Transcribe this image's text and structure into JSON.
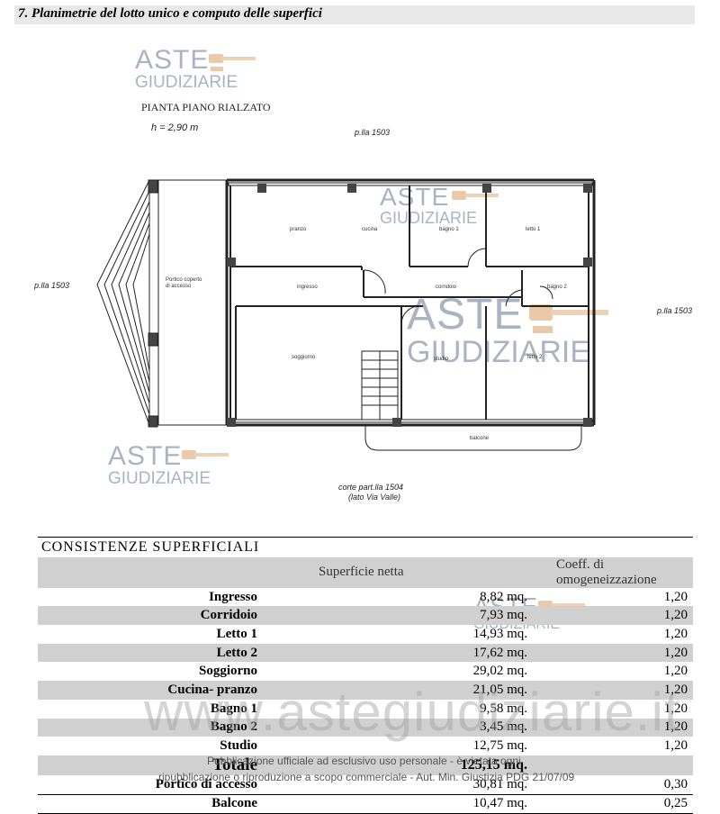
{
  "section": {
    "title": "7. Planimetrie del lotto unico e computo delle superfici"
  },
  "watermark": {
    "line1": "ASTE",
    "line2": "GIUDIZIARIE",
    "site": "www.astegiudiziarie.it"
  },
  "plan": {
    "title": "PIANTA PIANO RIALZATO",
    "height": "h = 2,90 m",
    "neighbors": {
      "top": "p.lla 1503",
      "left": "p.lla 1503",
      "right": "p.lla 1503"
    },
    "court": {
      "line1": "corte part.lla 1504",
      "line2": "(lato Via Valle)"
    },
    "rooms": {
      "portico": "Portico coperto\ndi accesso",
      "pranzo": "pranzo",
      "cucina": "cucina",
      "bagno1": "bagno 1",
      "letto1": "letto 1",
      "ingresso": "ingresso",
      "corridoio": "corridoio",
      "bagno2": "bagno 2",
      "soggiorno": "soggiorno",
      "studio": "studio",
      "letto2": "letto 2",
      "balcone": "balcone"
    }
  },
  "table": {
    "title": "CONSISTENZE  SUPERFICIALI",
    "col_area": "Superficie netta",
    "col_coef": "Coeff. di omogeneizzazione",
    "rows": [
      {
        "label": "Ingresso",
        "area": "8,82 mq.",
        "coef": "1,20"
      },
      {
        "label": "Corridoio",
        "area": "7,93 mq.",
        "coef": "1,20"
      },
      {
        "label": "Letto 1",
        "area": "14,93 mq.",
        "coef": "1,20"
      },
      {
        "label": "Letto 2",
        "area": "17,62 mq.",
        "coef": "1,20"
      },
      {
        "label": "Soggiorno",
        "area": "29,02 mq.",
        "coef": "1,20"
      },
      {
        "label": "Cucina- pranzo",
        "area": "21,05 mq.",
        "coef": "1,20"
      },
      {
        "label": "Bagno 1",
        "area": "9,58 mq.",
        "coef": "1,20"
      },
      {
        "label": "Bagno 2",
        "area": "3,45 mq.",
        "coef": "1,20"
      },
      {
        "label": "Studio",
        "area": "12,75 mq.",
        "coef": "1,20"
      }
    ],
    "total": {
      "label": "Totale",
      "area": "125,15 mq."
    },
    "portico": {
      "label": "Portico di accesso",
      "area": "30,81 mq.",
      "coef": "0,30"
    },
    "balcone": {
      "label": "Balcone",
      "area": "10,47 mq.",
      "coef": "0,25"
    }
  },
  "footer": {
    "line1": "Pubblicazione ufficiale ad esclusivo uso personale - è vietata ogni",
    "line2": "ripubblicazione o riproduzione a scopo commerciale - Aut. Min. Giustizia PDG 21/07/09"
  }
}
